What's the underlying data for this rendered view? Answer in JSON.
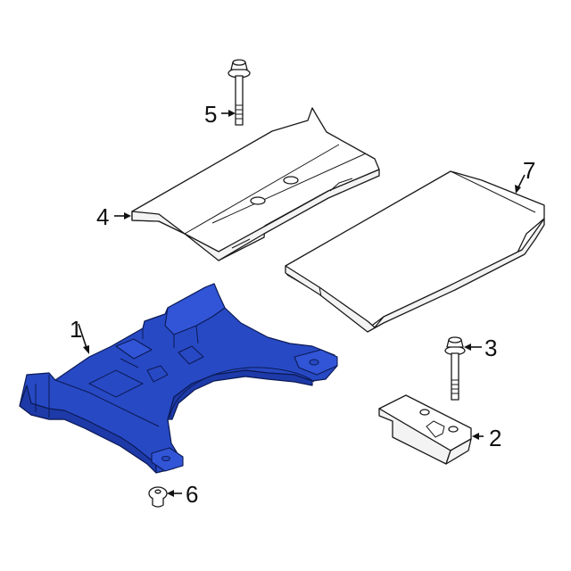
{
  "diagram": {
    "type": "exploded-parts-diagram",
    "highlight_color": "#2749c4",
    "line_color": "#1a1a1a",
    "background": "#ffffff",
    "callouts": [
      {
        "id": "1",
        "label": "1",
        "part": "spare-tire-bracket",
        "highlighted": true
      },
      {
        "id": "2",
        "label": "2",
        "part": "mounting-block"
      },
      {
        "id": "3",
        "label": "3",
        "part": "flange-bolt"
      },
      {
        "id": "4",
        "label": "4",
        "part": "floor-panel"
      },
      {
        "id": "5",
        "label": "5",
        "part": "bolt"
      },
      {
        "id": "6",
        "label": "6",
        "part": "plug"
      },
      {
        "id": "7",
        "label": "7",
        "part": "cover-board"
      }
    ]
  }
}
